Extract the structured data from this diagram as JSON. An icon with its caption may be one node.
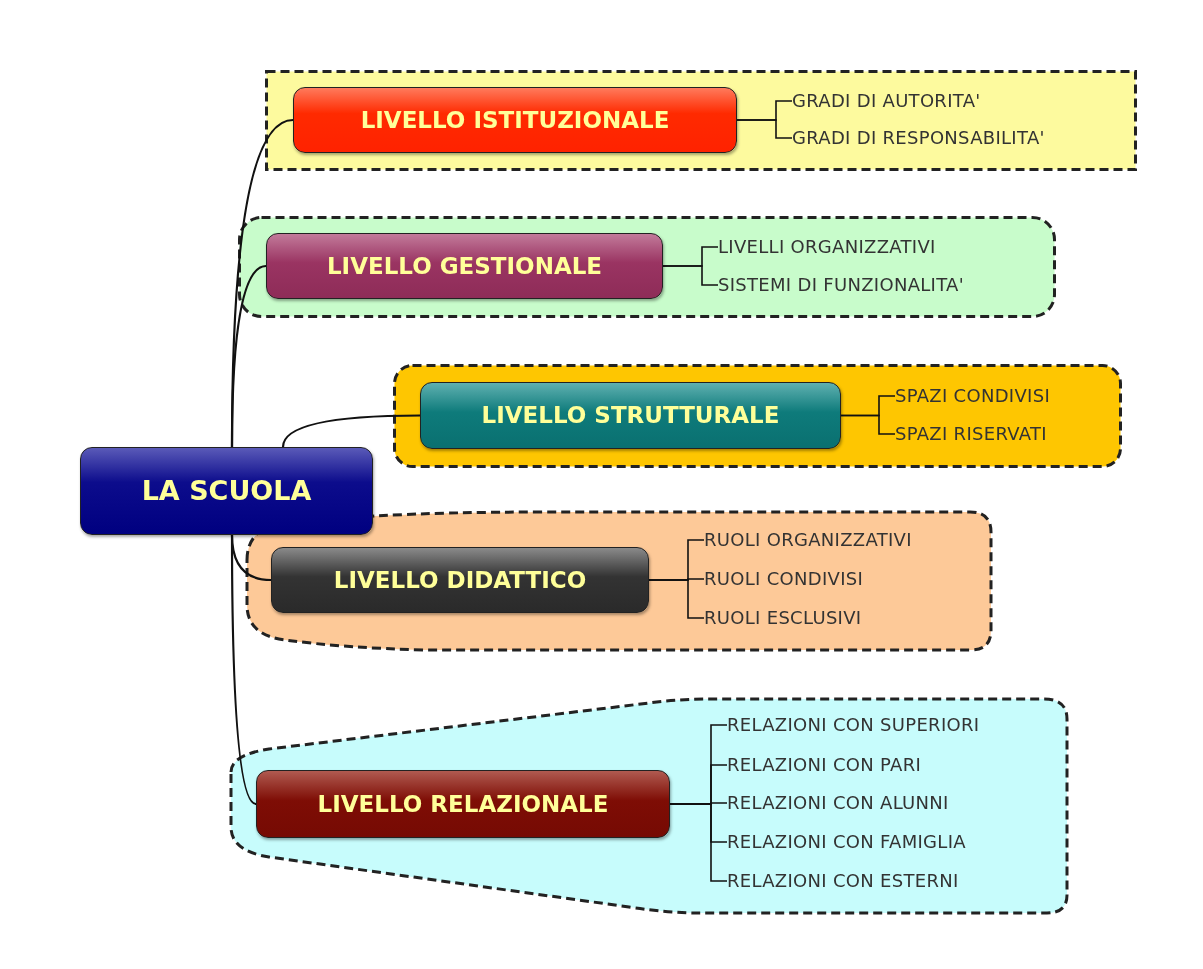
{
  "diagram": {
    "nodes": [
      {
        "text": [
          "LA SCUOLA"
        ]
      },
      {
        "text": [],
        "shape": "box"
      },
      {
        "text": [
          "LIVELLO ISTITUZIONALE"
        ],
        "in": 1
      },
      {
        "text": [
          "GRADI DI AUTORITA'"
        ],
        "in": 1
      },
      {
        "text": [
          "GRADI DI RESPONSABILITA'"
        ],
        "in": 1
      },
      {
        "text": [],
        "shape": "box"
      },
      {
        "text": [
          "LIVELLO GESTIONALE"
        ],
        "in": 5
      },
      {
        "text": [
          "LIVELLI ORGANIZZATIVI"
        ],
        "in": 5
      },
      {
        "text": [
          "SISTEMI DI FUNZIONALITA'"
        ],
        "in": 5
      },
      {
        "text": [],
        "shape": "box"
      },
      {
        "text": [
          "LIVELLO STRUTTURALE"
        ],
        "in": 9
      },
      {
        "text": [
          "SPAZI CONDIVISI"
        ],
        "in": 9
      },
      {
        "text": [
          "SPAZI RISERVATI"
        ],
        "in": 9
      },
      {
        "text": [],
        "shape": "box"
      },
      {
        "text": [
          "LIVELLO DIDATTICO"
        ],
        "in": 13
      },
      {
        "text": [
          "RUOLI ORGANIZZATIVI"
        ],
        "in": 13
      },
      {
        "text": [
          "RUOLI CONDIVISI"
        ],
        "in": 13
      },
      {
        "text": [
          "RUOLI ESCLUSIVI"
        ],
        "in": 13
      },
      {
        "text": [],
        "shape": "box"
      },
      {
        "text": [
          "LIVELLO RELAZIONALE"
        ],
        "in": 18
      },
      {
        "text": [
          "RELAZIONI CON SUPERIORI"
        ],
        "in": 18
      },
      {
        "text": [
          "RELAZIONI CON PARI"
        ],
        "in": 18
      },
      {
        "text": [
          "RELAZIONI CON ALUNNI"
        ],
        "in": 18
      },
      {
        "text": [
          "RELAZIONI CON FAMIGLIA"
        ],
        "in": 18
      },
      {
        "text": [
          "RELAZIONI CON ESTERNI"
        ],
        "in": 18
      }
    ],
    "edges": [
      {
        "from": 0,
        "to": 2,
        "arrow": "none"
      },
      {
        "from": 0,
        "to": 6,
        "arrow": "none"
      },
      {
        "from": 0,
        "to": 10,
        "arrow": "none"
      },
      {
        "from": 0,
        "to": 14,
        "arrow": "none"
      },
      {
        "from": 0,
        "to": 19,
        "arrow": "none"
      },
      {
        "from": 2,
        "to": 3,
        "arrow": "none"
      },
      {
        "from": 2,
        "to": 4,
        "arrow": "none"
      },
      {
        "from": 6,
        "to": 7,
        "arrow": "none"
      },
      {
        "from": 6,
        "to": 8,
        "arrow": "none"
      },
      {
        "from": 10,
        "to": 11,
        "arrow": "none"
      },
      {
        "from": 10,
        "to": 12,
        "arrow": "none"
      },
      {
        "from": 14,
        "to": 15,
        "arrow": "none"
      },
      {
        "from": 14,
        "to": 16,
        "arrow": "none"
      },
      {
        "from": 14,
        "to": 17,
        "arrow": "none"
      },
      {
        "from": 19,
        "to": 20,
        "arrow": "none"
      },
      {
        "from": 19,
        "to": 21,
        "arrow": "none"
      },
      {
        "from": 19,
        "to": 22,
        "arrow": "none"
      },
      {
        "from": 19,
        "to": 23,
        "arrow": "none"
      },
      {
        "from": 19,
        "to": 24,
        "arrow": "none"
      }
    ]
  }
}
